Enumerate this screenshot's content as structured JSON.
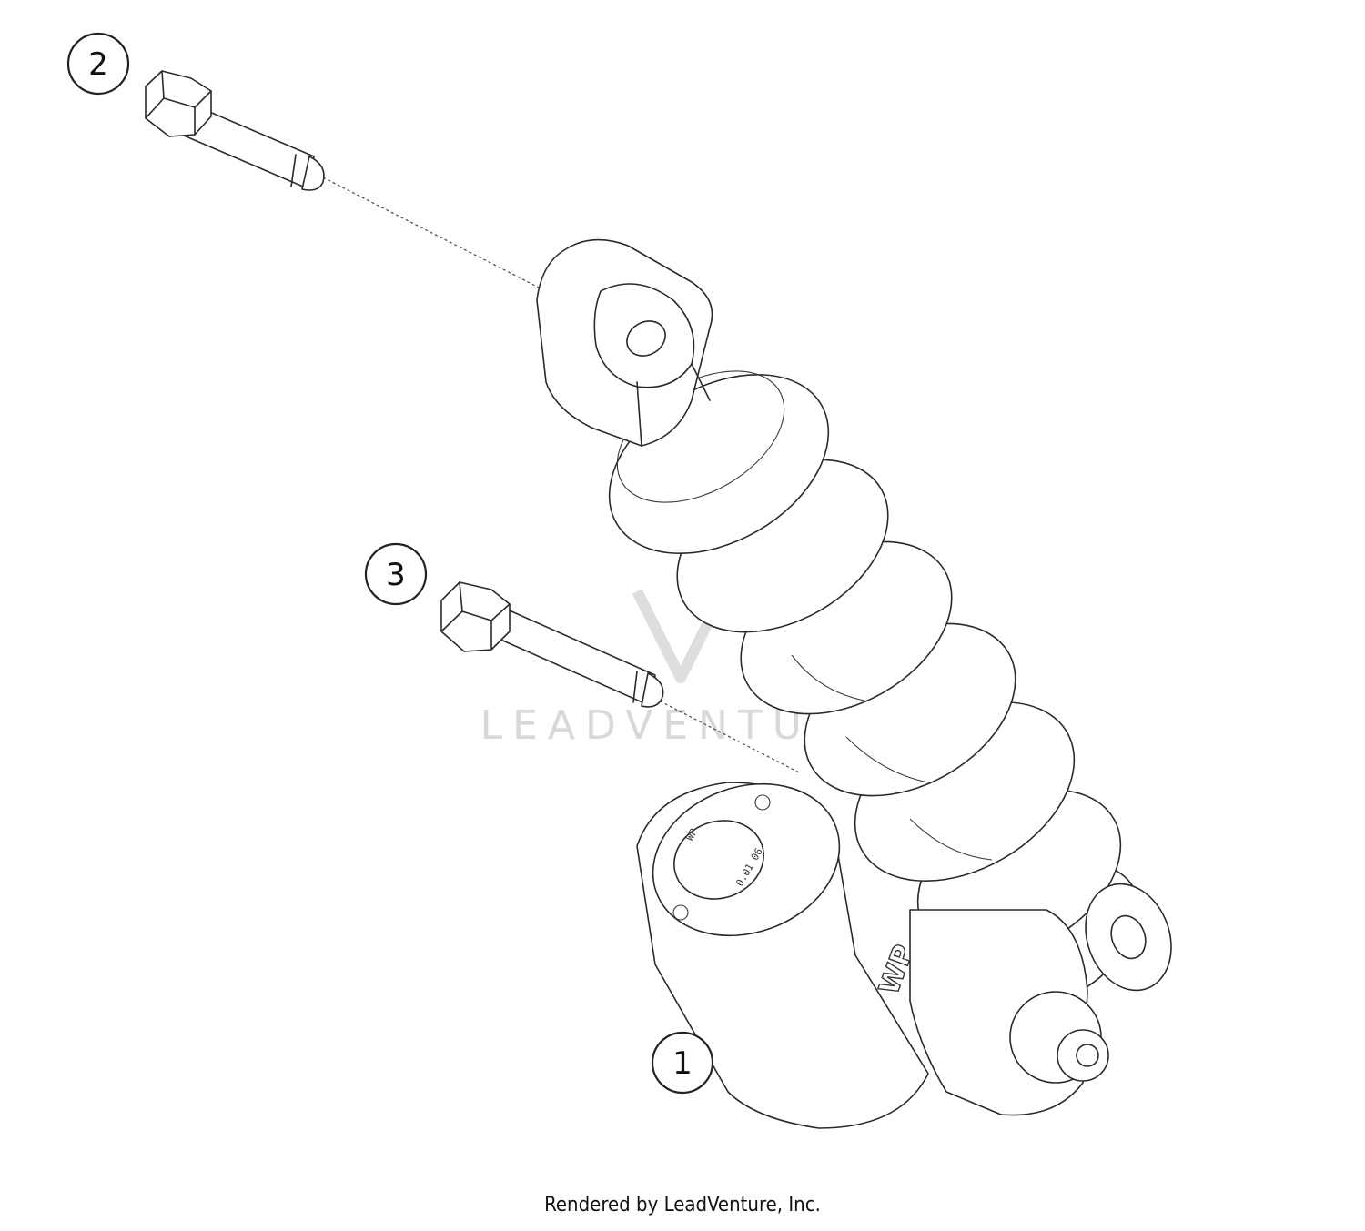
{
  "callouts": [
    {
      "number": "1"
    },
    {
      "number": "2"
    },
    {
      "number": "3"
    }
  ],
  "watermark": "LEADVENTURE",
  "footer": "Rendered by LeadVenture, Inc."
}
